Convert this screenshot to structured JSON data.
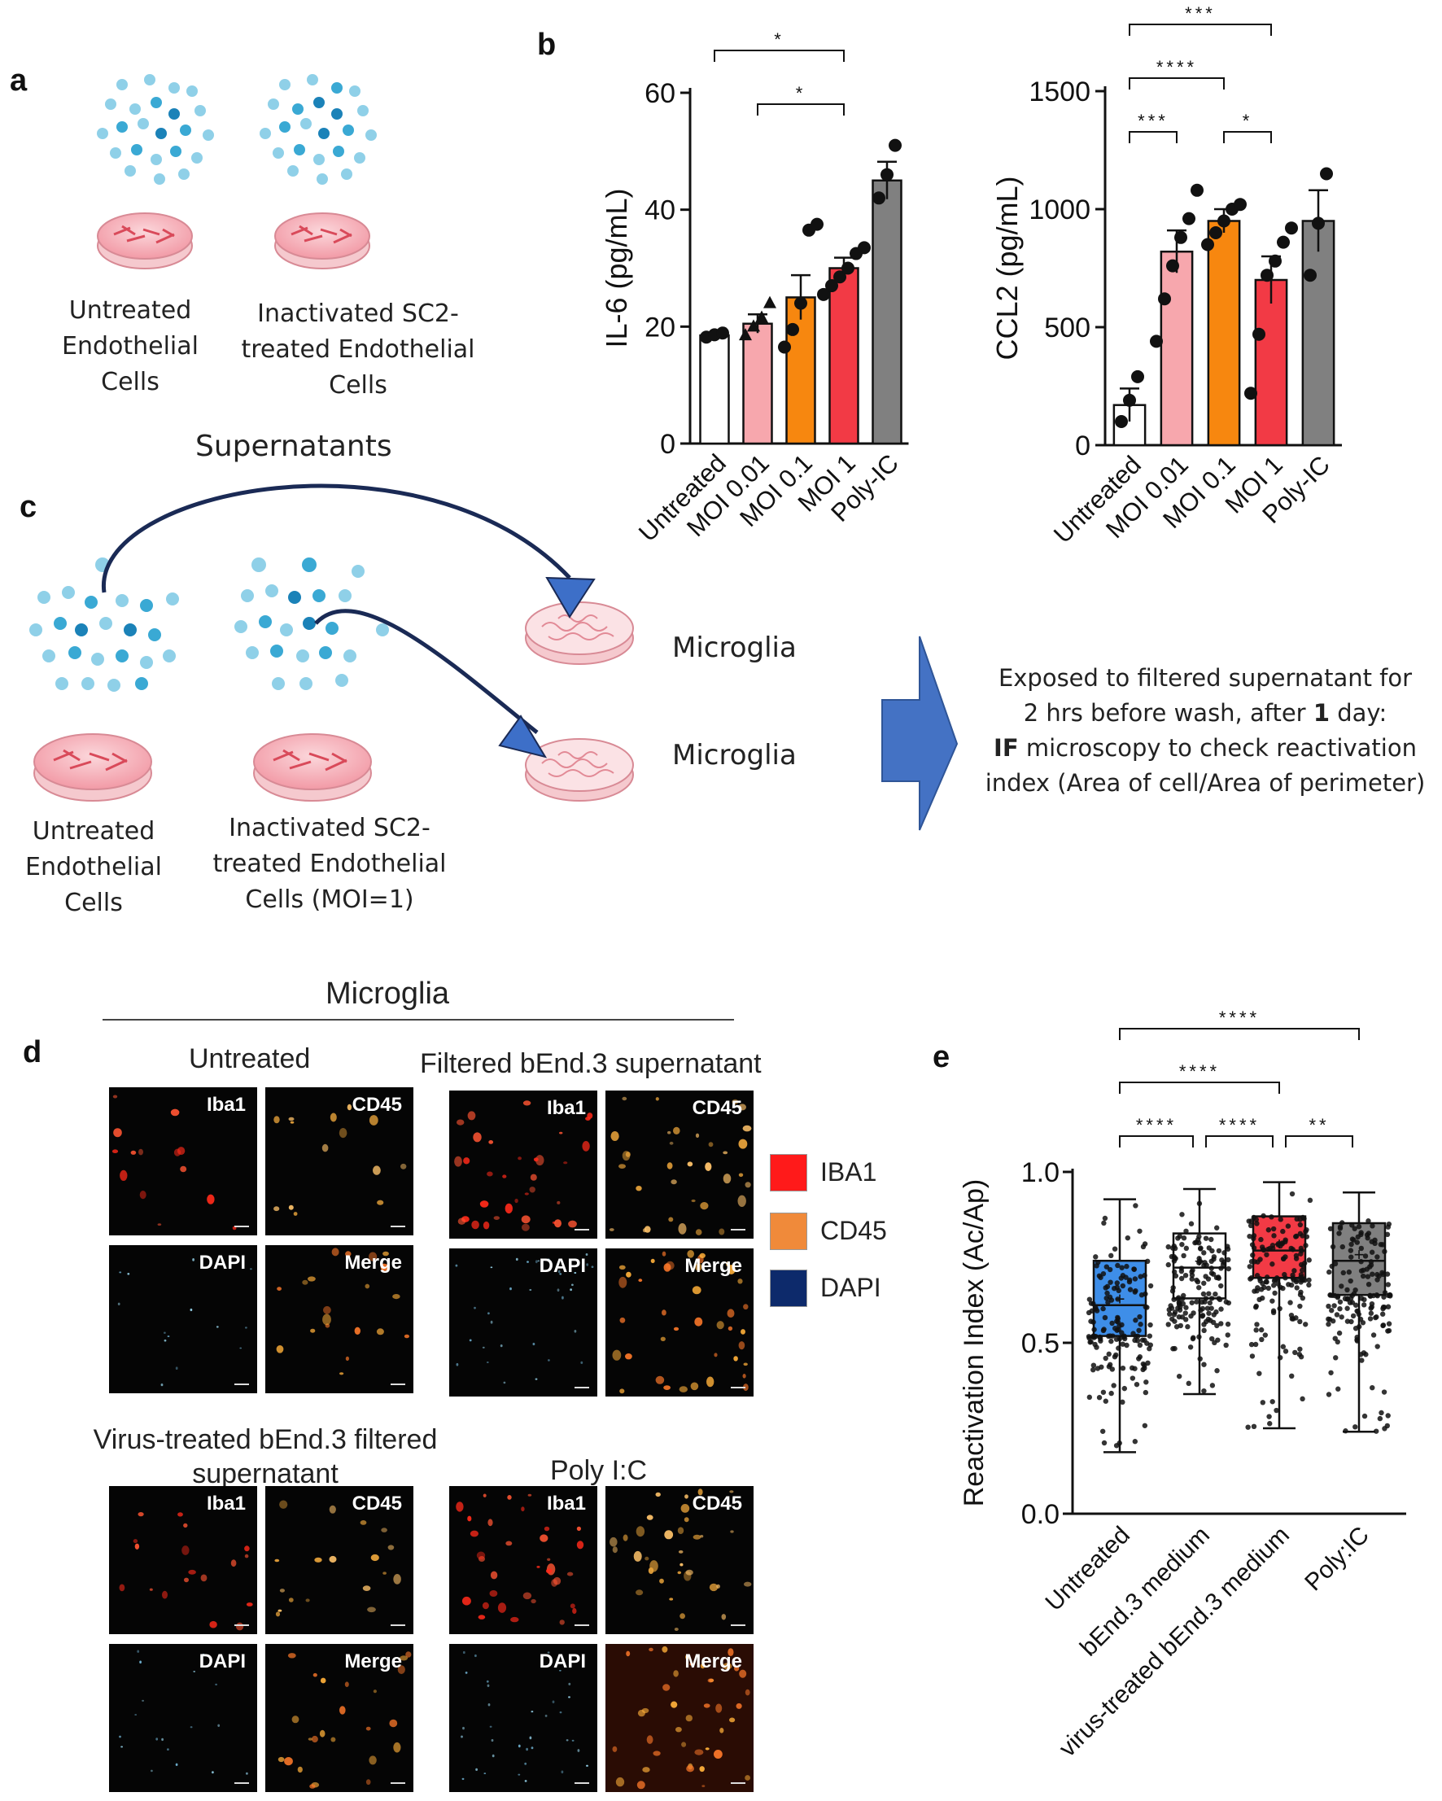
{
  "panels": {
    "a": "a",
    "b": "b",
    "c": "c",
    "d": "d",
    "e": "e"
  },
  "panel_a": {
    "untreated_caption": "Untreated\nEndothelial\nCells",
    "treated_caption": "Inactivated SC2-\ntreated Endothelial\nCells"
  },
  "panel_c": {
    "supernatants": "Supernatants",
    "untreated_caption": "Untreated\nEndothelial\nCells",
    "treated_caption": "Inactivated SC2-\ntreated Endothelial\nCells (MOI=1)",
    "microglia_1": "Microglia",
    "microglia_2": "Microglia",
    "protocol_line1": "Exposed to filtered supernatant for",
    "protocol_line2a": "2 hrs before wash, after ",
    "protocol_line2b": "1",
    "protocol_line2c": " day:",
    "protocol_line3a": "IF",
    "protocol_line3b": " microscopy to check reactivation",
    "protocol_line4": "index (Area of cell/Area of perimeter)"
  },
  "panel_d": {
    "header": "Microglia",
    "groups": [
      {
        "title": "Untreated"
      },
      {
        "title": "Filtered bEnd.3 supernatant"
      },
      {
        "title": "Virus-treated bEnd.3 filtered\nsupernatant"
      },
      {
        "title": "Poly I:C"
      }
    ],
    "tile_labels": [
      "Iba1",
      "CD45",
      "DAPI",
      "Merge"
    ],
    "legend": [
      {
        "label": "IBA1",
        "color": "#ff1a1a"
      },
      {
        "label": "CD45",
        "color": "#f08a3a"
      },
      {
        "label": "DAPI",
        "color": "#0d2a6b"
      }
    ]
  },
  "chart_data": [
    {
      "type": "bar",
      "panel": "b-left",
      "ylabel": "IL-6 (pg/mL)",
      "categories": [
        "Untreated",
        "MOI 0.01",
        "MOI 0.1",
        "MOI 1",
        "Poly-IC"
      ],
      "values": [
        18.5,
        20.5,
        25,
        30,
        45
      ],
      "sem": [
        0.4,
        1.6,
        3.8,
        1.8,
        3.2
      ],
      "colors": [
        "#ffffff",
        "#f7a7ad",
        "#f7870f",
        "#f23a45",
        "#808080"
      ],
      "points": [
        [
          18.2,
          18.6,
          18.9
        ],
        [
          18.5,
          20,
          21.5,
          24
        ],
        [
          16.5,
          19.5,
          24,
          36.5,
          37.5
        ],
        [
          25.5,
          27,
          28.5,
          30,
          32.5,
          33.5
        ],
        [
          42,
          46,
          51
        ]
      ],
      "ylim": [
        0,
        60
      ],
      "yticks": [
        "0",
        "20",
        "40",
        "60"
      ],
      "significance": [
        {
          "from": 0,
          "to": 3,
          "label": "*"
        },
        {
          "from": 1,
          "to": 3,
          "label": "*"
        }
      ]
    },
    {
      "type": "bar",
      "panel": "b-right",
      "ylabel": "CCL2 (pg/mL)",
      "categories": [
        "Untreated",
        "MOI 0.01",
        "MOI 0.1",
        "MOI 1",
        "Poly-IC"
      ],
      "values": [
        170,
        820,
        950,
        700,
        950
      ],
      "sem": [
        70,
        90,
        50,
        100,
        130
      ],
      "colors": [
        "#ffffff",
        "#f7a7ad",
        "#f7870f",
        "#f23a45",
        "#808080"
      ],
      "points": [
        [
          100,
          190,
          290
        ],
        [
          440,
          620,
          760,
          880,
          960,
          1080
        ],
        [
          850,
          900,
          950,
          1000,
          1020
        ],
        [
          220,
          470,
          720,
          780,
          860,
          920
        ],
        [
          720,
          940,
          1150
        ]
      ],
      "ylim": [
        0,
        1500
      ],
      "yticks": [
        "0",
        "500",
        "1000",
        "1500"
      ],
      "significance": [
        {
          "from": 0,
          "to": 1,
          "label": "***"
        },
        {
          "from": 2,
          "to": 3,
          "label": "*"
        },
        {
          "from": 0,
          "to": 2,
          "label": "****"
        },
        {
          "from": 0,
          "to": 3,
          "label": "***"
        }
      ]
    },
    {
      "type": "box",
      "panel": "e",
      "ylabel": "Reactivation Index (Ac/Ap)",
      "categories": [
        "Untreated",
        "bEnd.3 medium",
        "virus-treated bEnd.3 medium",
        "Poly:IC"
      ],
      "colors": [
        "#3e8ee8",
        "#ffffff",
        "#f23a45",
        "#808080"
      ],
      "boxes": [
        {
          "min": 0.18,
          "q1": 0.52,
          "median": 0.61,
          "mean": 0.63,
          "q3": 0.74,
          "max": 0.92
        },
        {
          "min": 0.35,
          "q1": 0.63,
          "median": 0.72,
          "mean": 0.74,
          "q3": 0.82,
          "max": 0.95
        },
        {
          "min": 0.25,
          "q1": 0.69,
          "median": 0.77,
          "mean": 0.79,
          "q3": 0.87,
          "max": 0.97
        },
        {
          "min": 0.24,
          "q1": 0.64,
          "median": 0.74,
          "mean": 0.76,
          "q3": 0.85,
          "max": 0.94
        }
      ],
      "ylim": [
        0,
        1.0
      ],
      "yticks": [
        "0.0",
        "0.5",
        "1.0"
      ],
      "significance": [
        {
          "from": 0,
          "to": 1,
          "label": "****"
        },
        {
          "from": 1,
          "to": 2,
          "label": "****"
        },
        {
          "from": 2,
          "to": 3,
          "label": "**"
        },
        {
          "from": 0,
          "to": 2,
          "label": "****"
        },
        {
          "from": 0,
          "to": 3,
          "label": "****"
        }
      ]
    }
  ]
}
